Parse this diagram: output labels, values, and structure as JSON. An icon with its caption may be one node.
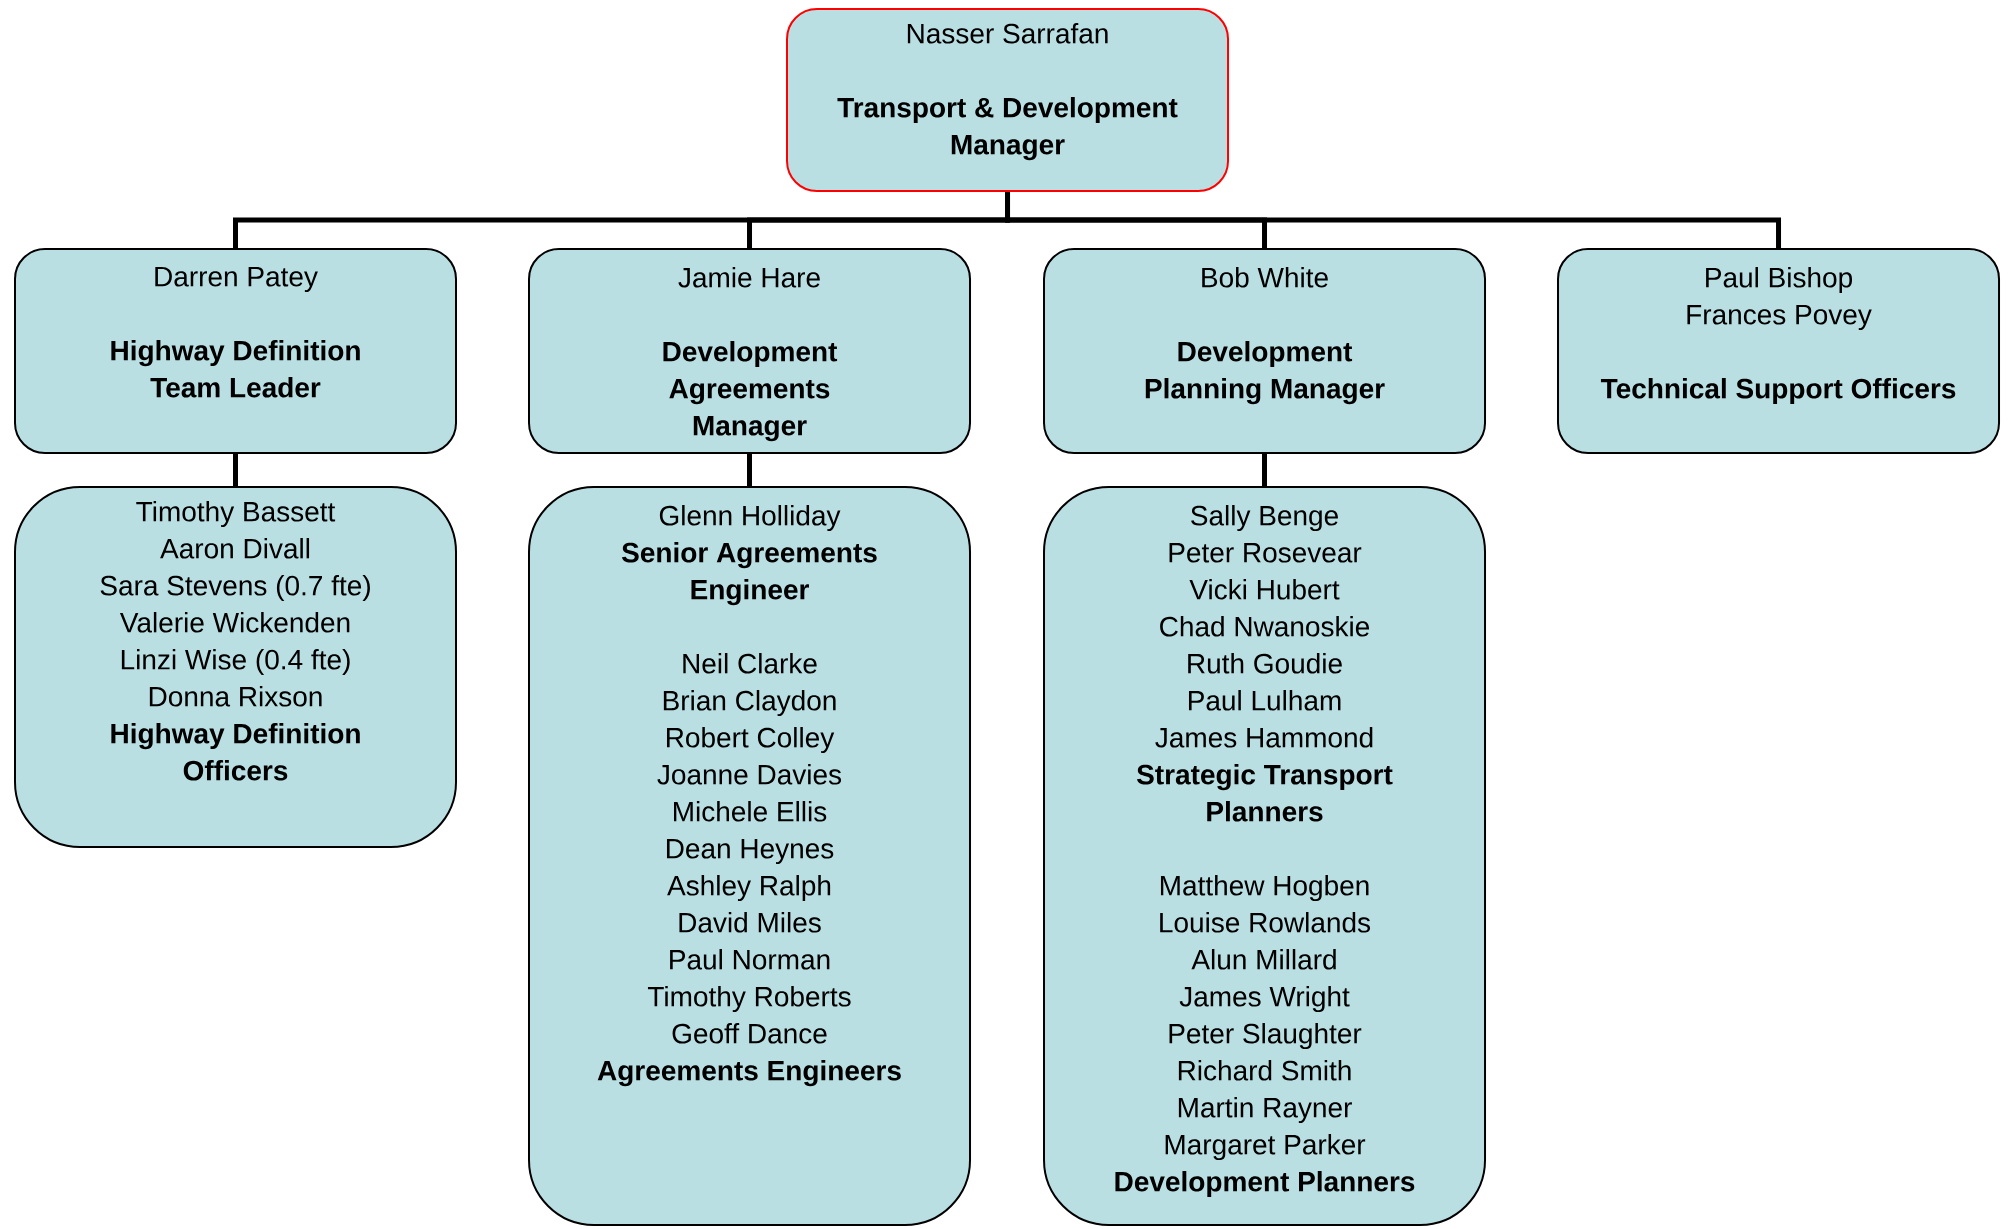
{
  "diagram": {
    "nodes": [
      {
        "text": [
          "Nasser Sarrafan",
          "Transport & Development Manager"
        ]
      },
      {
        "text": [
          "Darren Patey",
          "Highway Definition Team Leader"
        ]
      },
      {
        "text": [
          "Jamie Hare",
          "Development Agreements Manager"
        ]
      },
      {
        "text": [
          "Bob White",
          "Development Planning Manager"
        ]
      },
      {
        "text": [
          "Paul Bishop",
          "Frances Povey",
          "Technical Support Officers"
        ]
      },
      {
        "text": [
          "Timothy Bassett",
          "Aaron Divall",
          "Sara Stevens (0.7 fte)",
          "Valerie Wickenden",
          "Linzi Wise (0.4 fte)",
          "Donna Rixson",
          "Highway Definition Officers"
        ]
      },
      {
        "text": [
          "Glenn Holliday",
          "Senior Agreements Engineer",
          "Neil Clarke",
          "Brian Claydon",
          "Robert Colley",
          "Joanne Davies",
          "Michele Ellis",
          "Dean Heynes",
          "Ashley Ralph",
          "David Miles",
          "Paul Norman",
          "Timothy Roberts",
          "Geoff Dance",
          "Agreements Engineers"
        ]
      },
      {
        "text": [
          "Sally Benge",
          "Peter Rosevear",
          "Vicki Hubert",
          "Chad Nwanoskie",
          "Ruth Goudie",
          "Paul Lulham",
          "James Hammond",
          "Strategic Transport Planners",
          "Matthew Hogben",
          "Louise Rowlands",
          "Alun Millard",
          "James Wright",
          "Peter Slaughter",
          "Richard Smith",
          "Martin Rayner",
          "Margaret Parker",
          "Development Planners"
        ]
      }
    ],
    "edges": [
      {
        "from": 0,
        "to": 1,
        "arrow": "none"
      },
      {
        "from": 0,
        "to": 2,
        "arrow": "none"
      },
      {
        "from": 0,
        "to": 3,
        "arrow": "none"
      },
      {
        "from": 0,
        "to": 4,
        "arrow": "none"
      },
      {
        "from": 1,
        "to": 5,
        "arrow": "none"
      },
      {
        "from": 2,
        "to": 6,
        "arrow": "none"
      },
      {
        "from": 3,
        "to": 7,
        "arrow": "none"
      }
    ]
  }
}
